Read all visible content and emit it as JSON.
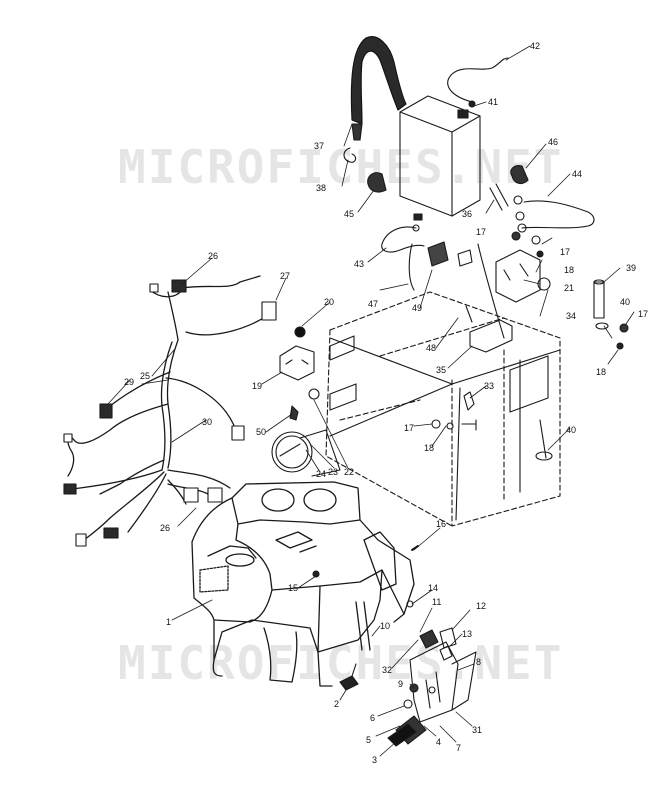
{
  "watermark": {
    "text": "MICROFICHES.NET",
    "color": "#e6e6e6"
  },
  "diagram": {
    "callouts": [
      {
        "id": "c42",
        "label": "42"
      },
      {
        "id": "c41",
        "label": "41"
      },
      {
        "id": "c37",
        "label": "37"
      },
      {
        "id": "c38",
        "label": "38"
      },
      {
        "id": "c45",
        "label": "45"
      },
      {
        "id": "c46",
        "label": "46"
      },
      {
        "id": "c44",
        "label": "44"
      },
      {
        "id": "c36",
        "label": "36"
      },
      {
        "id": "c43",
        "label": "43"
      },
      {
        "id": "c17a",
        "label": "17"
      },
      {
        "id": "c17b",
        "label": "17"
      },
      {
        "id": "c18a",
        "label": "18"
      },
      {
        "id": "c21",
        "label": "21"
      },
      {
        "id": "c39",
        "label": "39"
      },
      {
        "id": "c40a",
        "label": "40"
      },
      {
        "id": "c17c",
        "label": "17"
      },
      {
        "id": "c34",
        "label": "34"
      },
      {
        "id": "c18b",
        "label": "18"
      },
      {
        "id": "c26a",
        "label": "26"
      },
      {
        "id": "c27",
        "label": "27"
      },
      {
        "id": "c47",
        "label": "47"
      },
      {
        "id": "c49",
        "label": "49"
      },
      {
        "id": "c20",
        "label": "20"
      },
      {
        "id": "c48",
        "label": "48"
      },
      {
        "id": "c35",
        "label": "35"
      },
      {
        "id": "c19",
        "label": "19"
      },
      {
        "id": "c25",
        "label": "25"
      },
      {
        "id": "c29",
        "label": "29"
      },
      {
        "id": "c33",
        "label": "33"
      },
      {
        "id": "c50",
        "label": "50"
      },
      {
        "id": "c30",
        "label": "30"
      },
      {
        "id": "c17d",
        "label": "17"
      },
      {
        "id": "c18c",
        "label": "18"
      },
      {
        "id": "c40b",
        "label": "40"
      },
      {
        "id": "c24",
        "label": "24"
      },
      {
        "id": "c23",
        "label": "23"
      },
      {
        "id": "c22",
        "label": "22"
      },
      {
        "id": "c26b",
        "label": "26"
      },
      {
        "id": "c16",
        "label": "16"
      },
      {
        "id": "c15",
        "label": "15"
      },
      {
        "id": "c14",
        "label": "14"
      },
      {
        "id": "c1",
        "label": "1"
      },
      {
        "id": "c11",
        "label": "11"
      },
      {
        "id": "c12",
        "label": "12"
      },
      {
        "id": "c10",
        "label": "10"
      },
      {
        "id": "c13",
        "label": "13"
      },
      {
        "id": "c32",
        "label": "32"
      },
      {
        "id": "c8",
        "label": "8"
      },
      {
        "id": "c9",
        "label": "9"
      },
      {
        "id": "c2",
        "label": "2"
      },
      {
        "id": "c6",
        "label": "6"
      },
      {
        "id": "c5",
        "label": "5"
      },
      {
        "id": "c4",
        "label": "4"
      },
      {
        "id": "c7",
        "label": "7"
      },
      {
        "id": "c31",
        "label": "31"
      },
      {
        "id": "c3",
        "label": "3"
      }
    ]
  }
}
